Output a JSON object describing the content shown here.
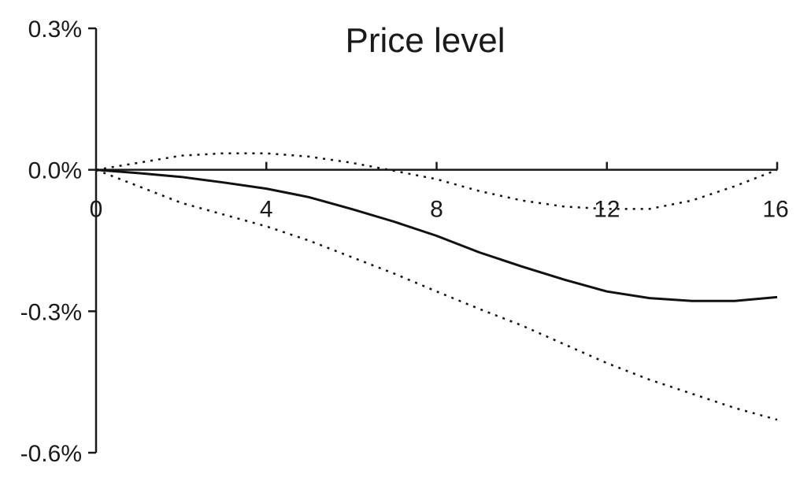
{
  "chart_data": {
    "type": "line",
    "title": "Price level",
    "xlabel": "",
    "ylabel": "",
    "xlim": [
      0,
      16
    ],
    "ylim": [
      -0.6,
      0.3
    ],
    "x_ticks": [
      0,
      4,
      8,
      12,
      16
    ],
    "x_tick_labels": [
      "0",
      "4",
      "8",
      "12",
      "16"
    ],
    "y_ticks": [
      0.3,
      0.0,
      -0.3,
      -0.6
    ],
    "y_tick_labels": [
      "0.3%",
      "0.0%",
      "-0.3%",
      "-0.6%"
    ],
    "x": [
      0,
      1,
      2,
      3,
      4,
      5,
      6,
      7,
      8,
      9,
      10,
      11,
      12,
      13,
      14,
      15,
      16
    ],
    "series": [
      {
        "style": "solid",
        "values": [
          0.0,
          -0.007,
          -0.015,
          -0.027,
          -0.04,
          -0.058,
          -0.083,
          -0.11,
          -0.14,
          -0.175,
          -0.205,
          -0.233,
          -0.258,
          -0.272,
          -0.278,
          -0.278,
          -0.27
        ]
      },
      {
        "style": "dotted",
        "values": [
          0.0,
          0.015,
          0.03,
          0.035,
          0.035,
          0.028,
          0.015,
          -0.002,
          -0.02,
          -0.045,
          -0.065,
          -0.078,
          -0.083,
          -0.083,
          -0.065,
          -0.035,
          0.0
        ]
      },
      {
        "style": "dotted",
        "values": [
          0.0,
          -0.035,
          -0.07,
          -0.095,
          -0.12,
          -0.15,
          -0.185,
          -0.22,
          -0.258,
          -0.295,
          -0.33,
          -0.37,
          -0.41,
          -0.445,
          -0.475,
          -0.505,
          -0.53
        ]
      }
    ]
  }
}
